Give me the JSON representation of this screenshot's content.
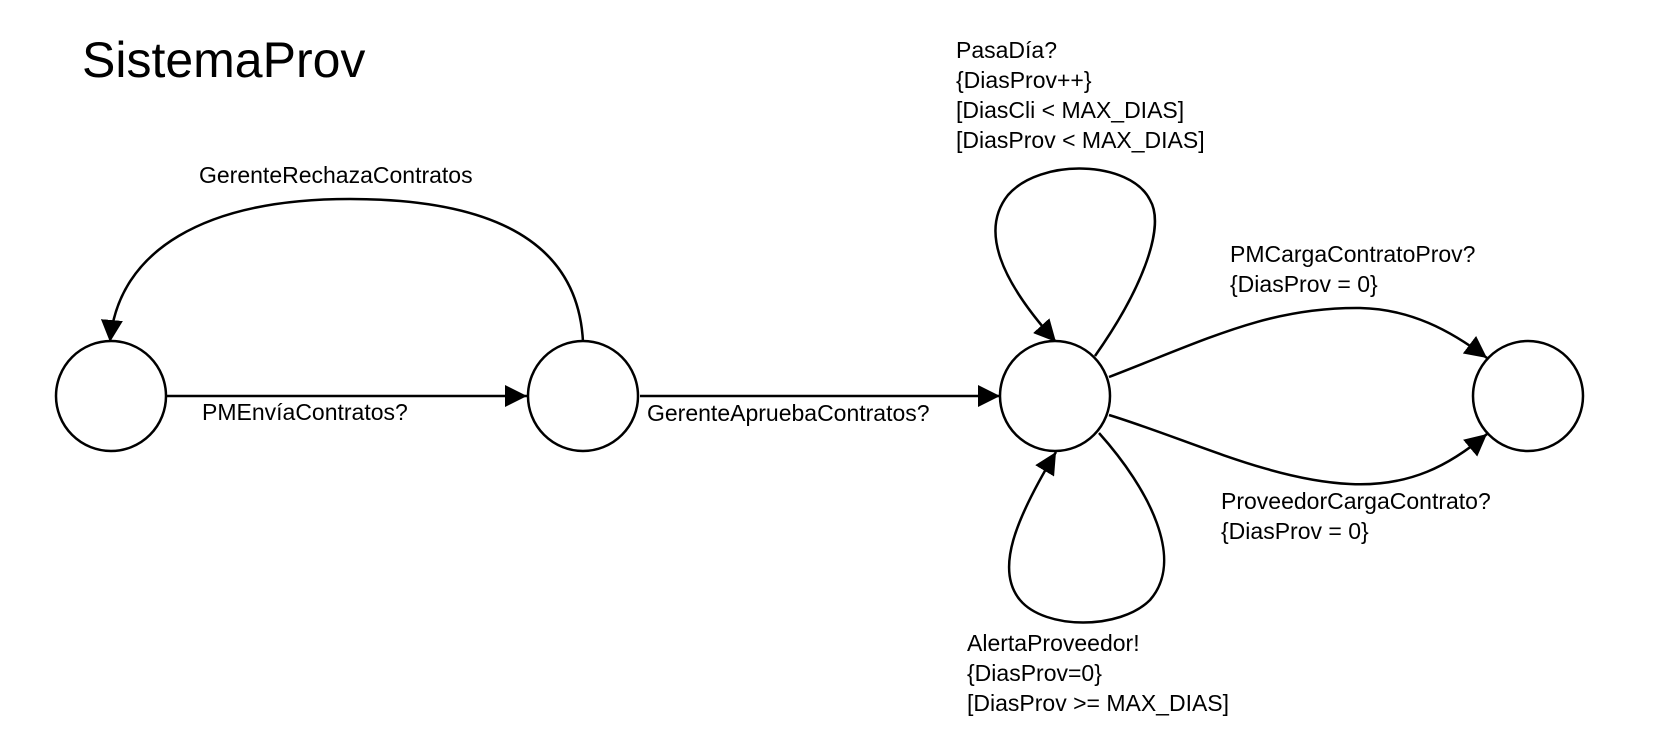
{
  "diagram": {
    "title": "SistemaProv",
    "states": [
      {
        "id": "s0"
      },
      {
        "id": "s1"
      },
      {
        "id": "s2"
      },
      {
        "id": "s3"
      }
    ],
    "transitions": {
      "pm_envia": {
        "from": "s0",
        "to": "s1",
        "lines": [
          "PMEnvíaContratos?"
        ]
      },
      "gerente_rechaza": {
        "from": "s1",
        "to": "s0",
        "lines": [
          "GerenteRechazaContratos"
        ]
      },
      "gerente_aprueba": {
        "from": "s1",
        "to": "s2",
        "lines": [
          "GerenteApruebaContratos?"
        ]
      },
      "pasa_dia": {
        "from": "s2",
        "to": "s2",
        "lines": [
          "PasaDía?",
          "{DiasProv++}",
          "[DiasCli < MAX_DIAS]",
          "[DiasProv < MAX_DIAS]"
        ]
      },
      "pm_carga": {
        "from": "s2",
        "to": "s3",
        "lines": [
          "PMCargaContratoProv?",
          "{DiasProv = 0}"
        ]
      },
      "proveedor_carga": {
        "from": "s2",
        "to": "s3",
        "lines": [
          "ProveedorCargaContrato?",
          "{DiasProv = 0}"
        ]
      },
      "alerta_proveedor": {
        "from": "s2",
        "to": "s2",
        "lines": [
          "AlertaProveedor!",
          "{DiasProv=0}",
          "[DiasProv >= MAX_DIAS]"
        ]
      }
    },
    "colors": {
      "stroke": "#000000",
      "background": "#ffffff"
    }
  }
}
